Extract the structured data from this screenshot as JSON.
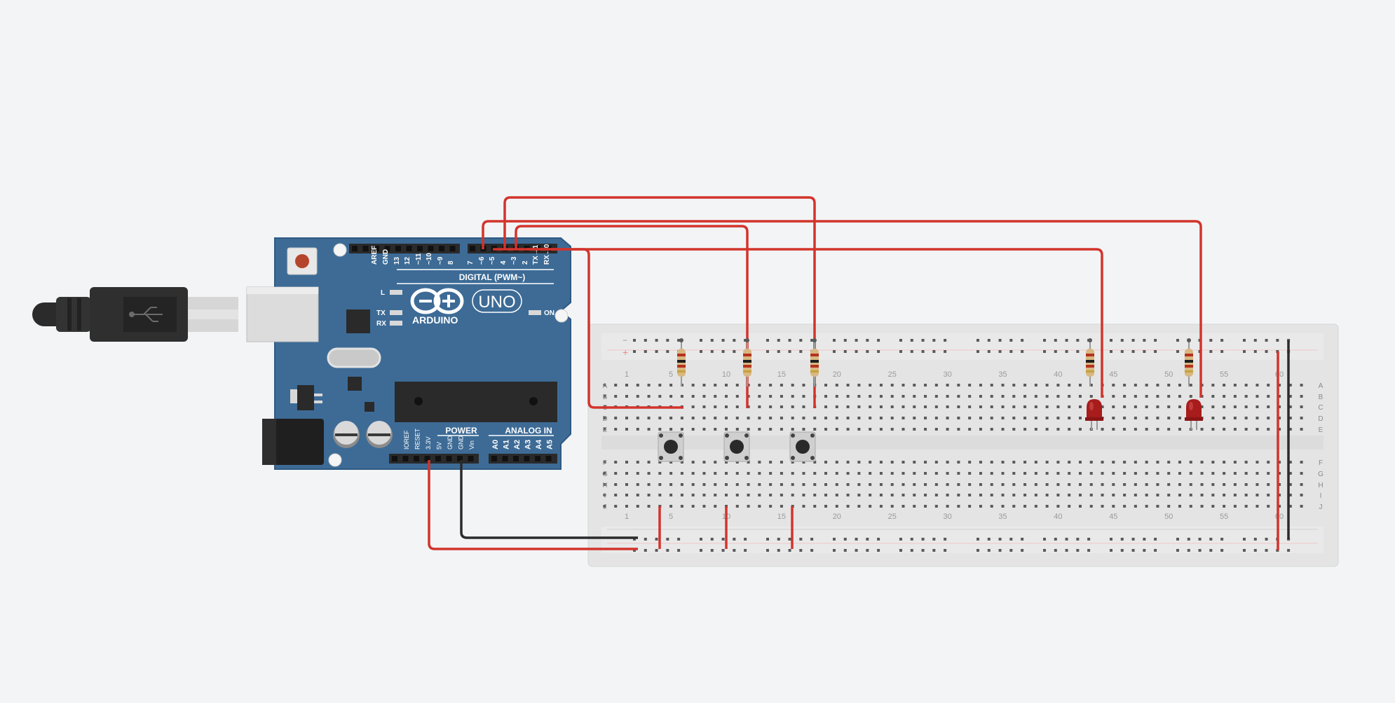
{
  "colors": {
    "background": "#f3f4f6",
    "board": "#3d6b96",
    "board_edge": "#2f5a82",
    "breadboard": "#e4e4e4",
    "wire_red": "#d2342c",
    "wire_black": "#2b2b2b",
    "led": "#a81c1c",
    "chip": "#2a2a2a"
  },
  "arduino": {
    "brand": "ARDUINO",
    "model": "UNO",
    "digital_label": "DIGITAL (PWM~)",
    "power_label": "POWER",
    "analog_label": "ANALOG IN",
    "on_label": "ON",
    "l_label": "L",
    "tx_label": "TX",
    "rx_label": "RX",
    "digital_pins": [
      "AREF",
      "GND",
      "13",
      "12",
      "~11",
      "~10",
      "~9",
      "8",
      "7",
      "~6",
      "~5",
      "4",
      "~3",
      "2",
      "TX→1",
      "RX←0"
    ],
    "power_pins": [
      "IOREF",
      "RESET",
      "3.3V",
      "5V",
      "GND",
      "GND",
      "Vin"
    ],
    "analog_pins": [
      "A0",
      "A1",
      "A2",
      "A3",
      "A4",
      "A5"
    ],
    "reset_button_icon": "reset-button-icon",
    "usb_icon": "usb-icon"
  },
  "breadboard": {
    "rail_minus": "−",
    "rail_plus": "+",
    "column_numbers": [
      "1",
      "5",
      "10",
      "15",
      "20",
      "25",
      "30",
      "35",
      "40",
      "45",
      "50",
      "55",
      "60"
    ],
    "rows_top": [
      "A",
      "B",
      "C",
      "D",
      "E"
    ],
    "rows_bottom": [
      "F",
      "G",
      "H",
      "I",
      "J"
    ]
  },
  "components": {
    "resistors": 5,
    "leds": 2,
    "pushbuttons": 3
  }
}
